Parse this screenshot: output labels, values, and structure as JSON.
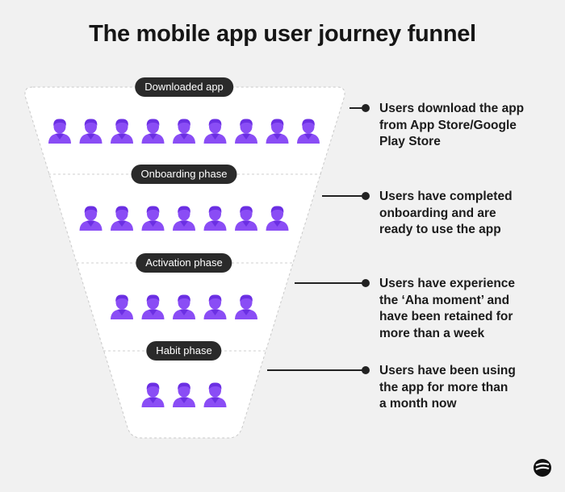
{
  "title": "The mobile app user journey funnel",
  "colors": {
    "background": "#f1f1f1",
    "funnel_fill": "#ffffff",
    "pill_bg": "#2a2a2a",
    "user_icon": "#8a4df5",
    "user_icon_dark": "#6b2fe3"
  },
  "stages": [
    {
      "label": "Downloaded app",
      "users": 9,
      "description": [
        "Users download the app",
        "from App Store/Google",
        "Play Store"
      ]
    },
    {
      "label": "Onboarding phase",
      "users": 7,
      "description": [
        "Users have completed",
        "onboarding and are",
        "ready to use the app"
      ]
    },
    {
      "label": "Activation phase",
      "users": 5,
      "description": [
        "Users have experience",
        "the ‘Aha moment’ and",
        "have been retained for",
        "more than a week"
      ]
    },
    {
      "label": "Habit phase",
      "users": 3,
      "description": [
        "Users have been using",
        "the app for more than",
        "a month now"
      ]
    }
  ],
  "icons": {
    "user": "user-icon",
    "logo": "brand-logo-icon"
  }
}
